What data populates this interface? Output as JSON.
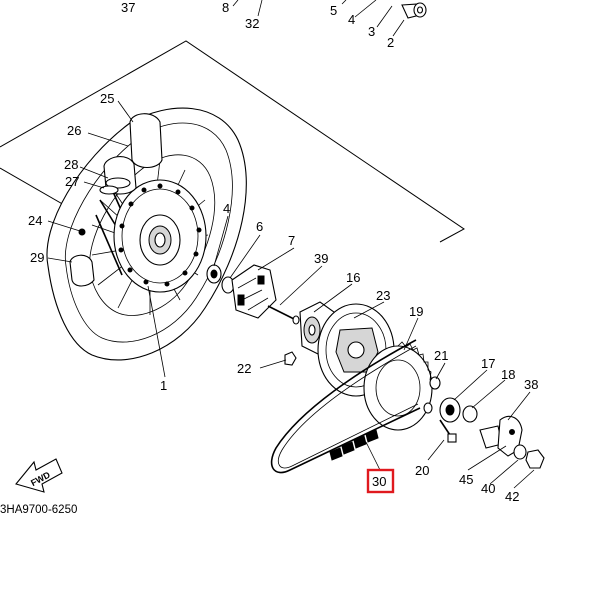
{
  "diagram": {
    "drawing_code": "3HA9700-6250",
    "direction_label": "FWD",
    "highlight_color": "#e0191e",
    "highlighted_part": "30",
    "callouts": {
      "c1": "1",
      "c2": "2",
      "c3": "3",
      "c4a": "4",
      "c4b": "4",
      "c5": "5",
      "c6": "6",
      "c7": "7",
      "c8": "8",
      "c16": "16",
      "c17": "17",
      "c18": "18",
      "c19": "19",
      "c20": "20",
      "c21": "21",
      "c22": "22",
      "c23": "23",
      "c24": "24",
      "c25": "25",
      "c26": "26",
      "c27": "27",
      "c28": "28",
      "c29": "29",
      "c30": "30",
      "c32": "32",
      "c37": "37",
      "c38": "38",
      "c39": "39",
      "c40": "40",
      "c42": "42",
      "c45": "45"
    }
  }
}
